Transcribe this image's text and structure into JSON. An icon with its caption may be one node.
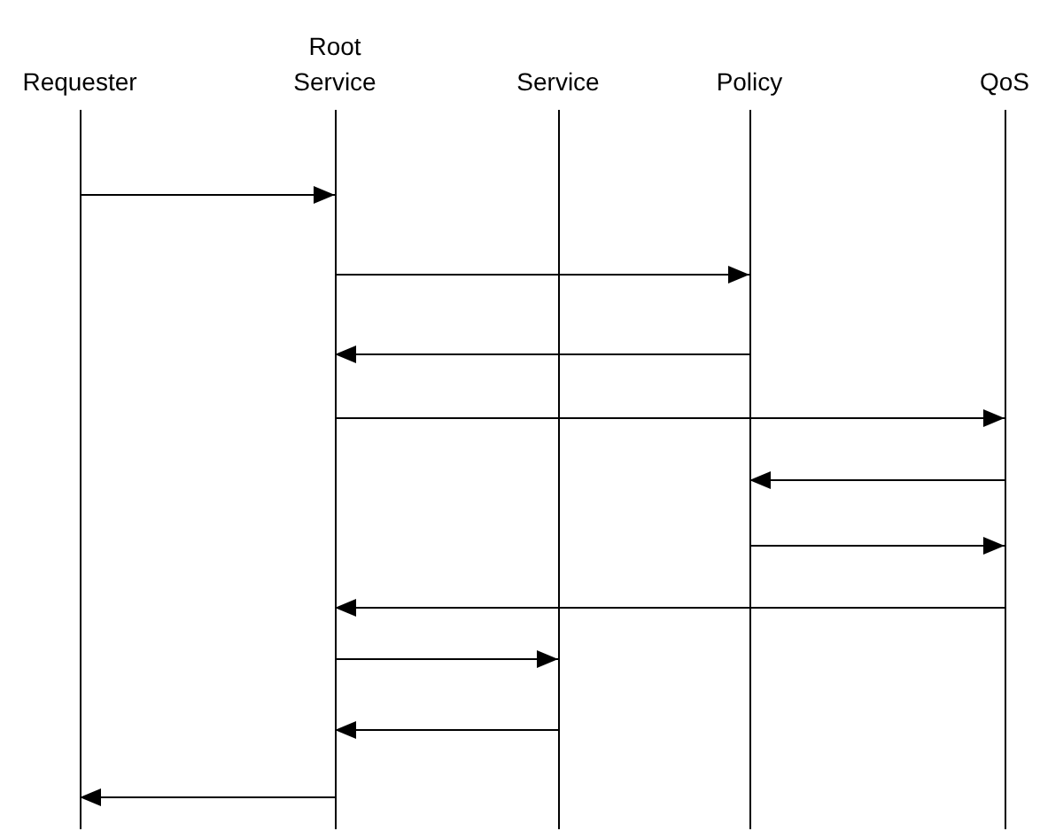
{
  "diagram": {
    "nodes": [
      {
        "text": [
          "Requester"
        ]
      },
      {
        "text": [
          "Root Service"
        ]
      },
      {
        "text": [
          "Service"
        ]
      },
      {
        "text": [
          "Policy"
        ]
      },
      {
        "text": [
          "QoS"
        ]
      }
    ],
    "edges": [
      {
        "from": 0,
        "to": 1,
        "arrow": "to"
      },
      {
        "from": 1,
        "to": 3,
        "arrow": "to"
      },
      {
        "from": 3,
        "to": 1,
        "arrow": "to"
      },
      {
        "from": 1,
        "to": 4,
        "arrow": "to"
      },
      {
        "from": 4,
        "to": 3,
        "arrow": "to"
      },
      {
        "from": 3,
        "to": 4,
        "arrow": "to"
      },
      {
        "from": 4,
        "to": 1,
        "arrow": "to"
      },
      {
        "from": 1,
        "to": 2,
        "arrow": "to"
      },
      {
        "from": 2,
        "to": 1,
        "arrow": "to"
      },
      {
        "from": 1,
        "to": 0,
        "arrow": "to"
      }
    ]
  }
}
